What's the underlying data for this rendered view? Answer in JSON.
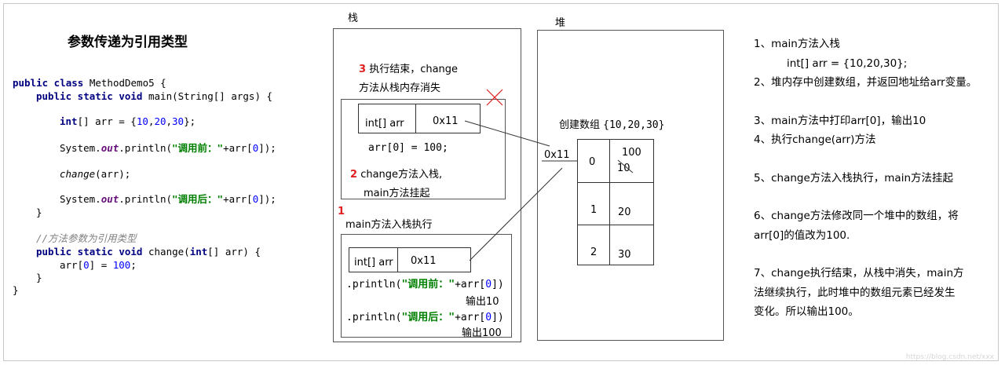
{
  "title": "参数传递为引用类型",
  "code": {
    "line1_kw": "public class",
    "line1_rest": " MethodDemo5 {",
    "line2_kw": "public static void",
    "line2_rest": " main(String[] args) {",
    "line3_kw": "int",
    "line3_mid": "[] arr = {",
    "line3_n1": "10",
    "line3_n2": "20",
    "line3_n3": "30",
    "line3_end": "};",
    "line4_a": "System.",
    "line4_out": "out",
    "line4_b": ".println(",
    "line4_str": "\"调用前：\"",
    "line4_c": "+arr[",
    "line4_n": "0",
    "line4_d": "]);",
    "line5_change": "change",
    "line5_rest": "(arr);",
    "line6_str": "\"调用后：\"",
    "brace_close": "}",
    "comment": "//方法参数为引用类型",
    "line8_kw": "public static void",
    "line8_mid": " change(",
    "line8_kw2": "int",
    "line8_rest": "[] arr) {",
    "line9_a": "arr[",
    "line9_n0": "0",
    "line9_b": "] = ",
    "line9_n100": "100",
    "line9_end": ";"
  },
  "stack": {
    "label": "栈",
    "step3_num": "3",
    "step3_text": "执行结束，change",
    "step3_text2": "方法从栈内存消失",
    "change_var_type": "int[]  arr",
    "change_var_addr": "0x11",
    "change_assign_a": "arr[",
    "change_assign_n0": "0",
    "change_assign_b": "] = ",
    "change_assign_n100": "100",
    "change_assign_end": ";",
    "step2_num": "2",
    "step2_text": "change方法入栈,",
    "step2_text2": "main方法挂起",
    "step1_num": "1",
    "step1_text": "main方法入栈执行",
    "main_var_type": "int[] arr",
    "main_var_addr": "0x11",
    "println1_a": ".println(",
    "println1_str": "\"调用前：\"",
    "println1_b": "+arr[",
    "println1_n": "0",
    "println1_c": "])",
    "output1": "输出10",
    "println2_str": "\"调用后：\"",
    "output2": "输出100"
  },
  "heap": {
    "label": "堆",
    "create_text": "创建数组",
    "create_literal": "{10,20,30}",
    "address": "0x11",
    "rows": [
      {
        "index": "0",
        "value": "100",
        "old_value": "10"
      },
      {
        "index": "1",
        "value": "20"
      },
      {
        "index": "2",
        "value": "30"
      }
    ]
  },
  "notes": [
    "1、main方法入栈",
    "int[] arr = {10,20,30};",
    "2、堆内存中创建数组，并返回地址给arr变量。",
    "3、main方法中打印arr[0]，输出10",
    "4、执行change(arr)方法",
    "5、change方法入栈执行，main方法挂起",
    "6、change方法修改同一个堆中的数组，将",
    "arr[0]的值改为100.",
    "7、change执行结束，从栈中消失，main方",
    "法继续执行，此时堆中的数组元素已经发生",
    "变化。所以输出100。"
  ],
  "watermark": "https://blog.csdn.net/xxx",
  "colors": {
    "keyword": "#000080",
    "number": "#0000ff",
    "string": "#008000",
    "comment": "#808080",
    "step_marker": "#e02020"
  }
}
